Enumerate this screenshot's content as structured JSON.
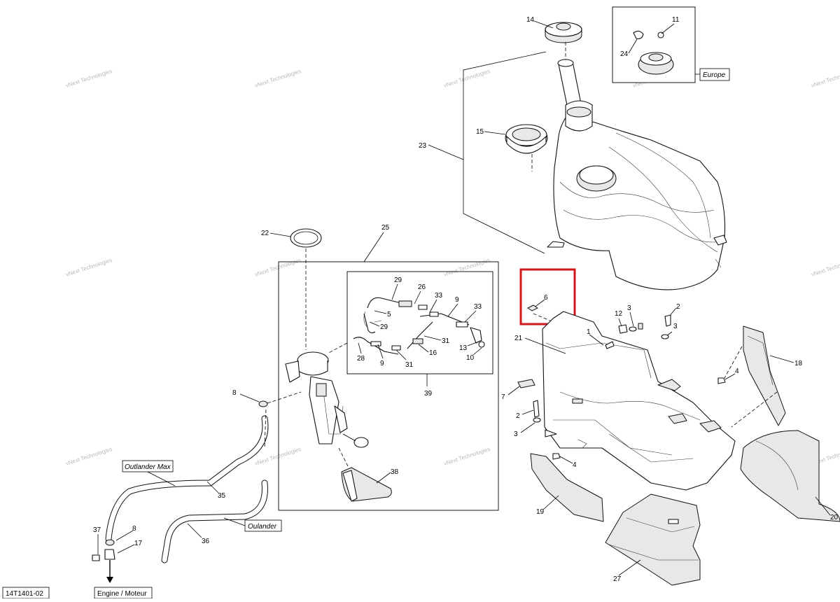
{
  "diagram": {
    "code": "14T1401-02",
    "engine_label": "Engine / Moteur",
    "highlight_color": "#d0161b",
    "watermark": {
      "line1": "vNext Technologies",
      "line2": "vNext",
      "line3": "Technologies"
    },
    "boxed_labels": {
      "europe": "Europe",
      "outlander_max": "Outlander Max",
      "oulander": "Oulander"
    },
    "callouts": {
      "c14": "14",
      "c11": "11",
      "c24": "24",
      "c15": "15",
      "c23": "23",
      "c22": "22",
      "c25": "25",
      "c29a": "29",
      "c26": "26",
      "c33a": "33",
      "c9a": "9",
      "c33b": "33",
      "c5": "5",
      "c29b": "29",
      "c31a": "31",
      "c13": "13",
      "c16": "16",
      "c28": "28",
      "c9b": "9",
      "c31b": "31",
      "c10": "10",
      "c39": "39",
      "c6": "6",
      "c12": "12",
      "c3a": "3",
      "c1": "1",
      "c2a": "2",
      "c3b": "3",
      "c21": "21",
      "c18": "18",
      "c4a": "4",
      "c7": "7",
      "c2b": "2",
      "c3c": "3",
      "c4b": "4",
      "c8a": "8",
      "c38": "38",
      "c35": "35",
      "c19": "19",
      "c20": "20",
      "c27": "27",
      "c37": "37",
      "c8b": "8",
      "c17": "17",
      "c36": "36"
    }
  }
}
